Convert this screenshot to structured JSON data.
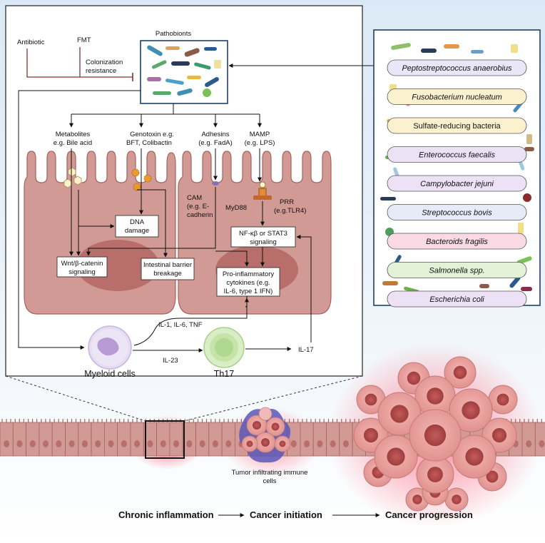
{
  "left_panel": {
    "antibiotic": "Antibiotic",
    "fmt": "FMT",
    "colonization_line1": "Colonization",
    "colonization_line2": "resistance",
    "pathobionts": "Pathobionts",
    "metabolites_line1": "Metabolites",
    "metabolites_line2": "e.g. Bile acid",
    "genotoxin_line1": "Genotoxin  e.g.",
    "genotoxin_line2": "BFT, Colibactin",
    "adhesins_line1": "Adhesins",
    "adhesins_line2": "(e.g. FadA)",
    "mamp_line1": "MAMP",
    "mamp_line2": "(e.g. LPS)",
    "cam_line1": "CAM",
    "cam_line2": "(e.g. E-",
    "cam_line3": "cadherin",
    "myd88": "MyD88",
    "prr_line1": "PRR",
    "prr_line2": "(e.g.TLR4)",
    "dna_line1": "DNA",
    "dna_line2": "damage",
    "nfkb_line1": "NF-κβ or STAT3",
    "nfkb_line2": "signaling",
    "wnt_line1": "Wnt/β-catenin",
    "wnt_line2": "signaling",
    "barrier_line1": "Intestinal barrier",
    "barrier_line2": "breakage",
    "proinf_line1": "Pro-inflammatory",
    "proinf_line2": "cytokines (e.g.",
    "proinf_line3": "IL-6, type 1 IFN)",
    "il1": "IL-1, IL-6, TNF",
    "il23": "IL-23",
    "il17": "IL-17",
    "myeloid": "Myeloid cells",
    "th17": "Th17"
  },
  "bacteria_list": [
    {
      "name": "Peptostreptococcus anaerobius",
      "fill": "#e9e6f7",
      "italic": true
    },
    {
      "name": "Fusobacterium nucleatum",
      "fill": "#fbf1cf",
      "italic": true
    },
    {
      "name": "Sulfate-reducing bacteria",
      "fill": "#fbf1cf",
      "italic": false
    },
    {
      "name": "Enterococcus faecalis",
      "fill": "#ece1f5",
      "italic": true
    },
    {
      "name": "Campylobacter jejuni",
      "fill": "#ece1f5",
      "italic": true
    },
    {
      "name": "Streptococcus bovis",
      "fill": "#e6ebf7",
      "italic": true
    },
    {
      "name": "Bacteroids fragilis",
      "fill": "#f9d9e2",
      "italic": true
    },
    {
      "name": "Salmonella spp.",
      "fill": "#e3f2d6",
      "italic": true
    },
    {
      "name": "Escherichia coli",
      "fill": "#ece1f5",
      "italic": true
    }
  ],
  "bottom": {
    "tumor_label_line1": "Tumor infiltrating immune",
    "tumor_label_line2": "cells",
    "stage1": "Chronic inflammation",
    "stage2": "Cancer initiation",
    "stage3": "Cancer progression"
  },
  "colors": {
    "epithelium": "#d29a94",
    "epithelium_dark": "#a8625c",
    "nucleus": "#b86f6c",
    "panel_border": "#1f3f66",
    "inhibit_line": "#8b2f2f"
  }
}
